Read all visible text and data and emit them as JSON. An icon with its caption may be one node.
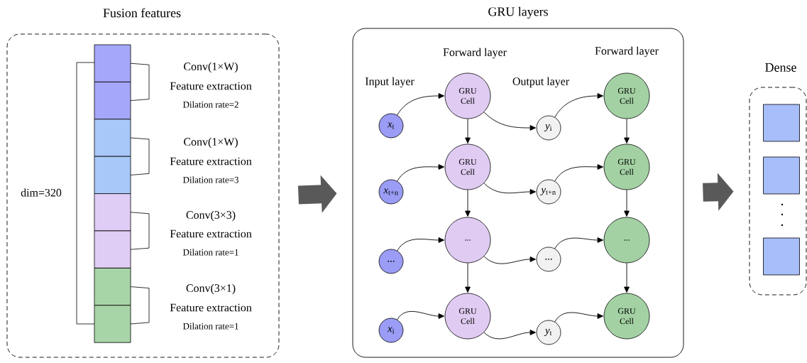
{
  "diagram": {
    "nodes": [
      {
        "text": [
          "Fusion features"
        ]
      },
      {
        "text": [],
        "shape": "box",
        "in": 0
      },
      {
        "text": [],
        "shape": "box",
        "in": 0
      },
      {
        "text": [],
        "shape": "box",
        "in": 0
      },
      {
        "text": [],
        "shape": "box",
        "in": 0
      },
      {
        "text": [],
        "shape": "box",
        "in": 0
      },
      {
        "text": [],
        "shape": "box",
        "in": 0
      },
      {
        "text": [],
        "shape": "box",
        "in": 0
      },
      {
        "text": [],
        "shape": "box",
        "in": 0
      },
      {
        "text": [
          "GRU layers"
        ]
      },
      {
        "text": [
          "*x*$_{t}$"
        ],
        "in": 9
      },
      {
        "text": [
          "GRU Cell"
        ],
        "in": 9
      },
      {
        "text": [
          "*y*$_{i}$"
        ],
        "in": 9
      },
      {
        "text": [
          "GRU Cell"
        ],
        "in": 9
      },
      {
        "text": [
          "*x*$_{t+n}$"
        ],
        "in": 9
      },
      {
        "text": [
          "GRU Cell"
        ],
        "in": 9
      },
      {
        "text": [
          "*y*$_{t+n}$"
        ],
        "in": 9
      },
      {
        "text": [
          "GRU Cell"
        ],
        "in": 9
      },
      {
        "text": [
          "..."
        ],
        "in": 9
      },
      {
        "text": [
          "..."
        ],
        "in": 9
      },
      {
        "text": [
          "..."
        ],
        "in": 9
      },
      {
        "text": [
          "..."
        ],
        "in": 9
      },
      {
        "text": [
          "*x*$_{i}$"
        ],
        "in": 9
      },
      {
        "text": [
          "GRU Cell"
        ],
        "in": 9
      },
      {
        "text": [
          "*y*$_{t}$"
        ],
        "in": 9
      },
      {
        "text": [
          "GRU Cell"
        ],
        "in": 9
      },
      {
        "text": [
          "Dense"
        ]
      },
      {
        "text": [],
        "shape": "box",
        "in": 26
      },
      {
        "text": [],
        "shape": "box",
        "in": 26
      },
      {
        "text": [],
        "shape": "box",
        "in": 26
      }
    ],
    "edges": [
      {
        "from": 0,
        "to": 9,
        "arrow": "to",
        "style": "thick",
        "color": "#595959"
      },
      {
        "from": 9,
        "to": 26,
        "arrow": "to",
        "style": "thick",
        "color": "#595959"
      },
      {
        "from": 10,
        "to": 11,
        "arrow": "to"
      },
      {
        "from": 11,
        "to": 12,
        "arrow": "to"
      },
      {
        "from": 12,
        "to": 13,
        "arrow": "to"
      },
      {
        "from": 14,
        "to": 15,
        "arrow": "to"
      },
      {
        "from": 15,
        "to": 16,
        "arrow": "to"
      },
      {
        "from": 16,
        "to": 17,
        "arrow": "to"
      },
      {
        "from": 18,
        "to": 19,
        "arrow": "to"
      },
      {
        "from": 19,
        "to": 20,
        "arrow": "to"
      },
      {
        "from": 20,
        "to": 21,
        "arrow": "to"
      },
      {
        "from": 22,
        "to": 23,
        "arrow": "to"
      },
      {
        "from": 23,
        "to": 24,
        "arrow": "to"
      },
      {
        "from": 24,
        "to": 25,
        "arrow": "to"
      },
      {
        "from": 11,
        "to": 15,
        "arrow": "to"
      },
      {
        "from": 15,
        "to": 19,
        "arrow": "to"
      },
      {
        "from": 19,
        "to": 23,
        "arrow": "to"
      },
      {
        "from": 13,
        "to": 17,
        "arrow": "to"
      },
      {
        "from": 17,
        "to": 21,
        "arrow": "to"
      },
      {
        "from": 21,
        "to": 25,
        "arrow": "to"
      }
    ],
    "labels": [
      "Conv(1×W)",
      "Feature extraction",
      "Dilation rate=2",
      "Conv(1×W)",
      "Feature extraction",
      "Dilation rate=3",
      "Conv(3×3)",
      "Feature extraction",
      "Dilation rate=1",
      "Conv(3×1)",
      "Feature extraction",
      "Dilation rate=1",
      "dim=320",
      "Forward layer",
      "Forward layer",
      "Input layer",
      "Output layer"
    ]
  }
}
